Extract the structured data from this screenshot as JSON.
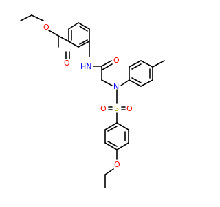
{
  "structure": {
    "atoms": {
      "ester_o_single": "O",
      "ester_o_double": "O",
      "amide_nh": "HN",
      "amide_o": "O",
      "sulfonamide_n": "N",
      "sulfur": "S",
      "sulfonyl_o_left": "O",
      "sulfonyl_o_right": "O",
      "ether_o": "O"
    },
    "colors": {
      "bond": "#000000",
      "oxygen": "#ff0000",
      "nitrogen": "#0000ff",
      "sulfur": "#b8a000"
    }
  }
}
